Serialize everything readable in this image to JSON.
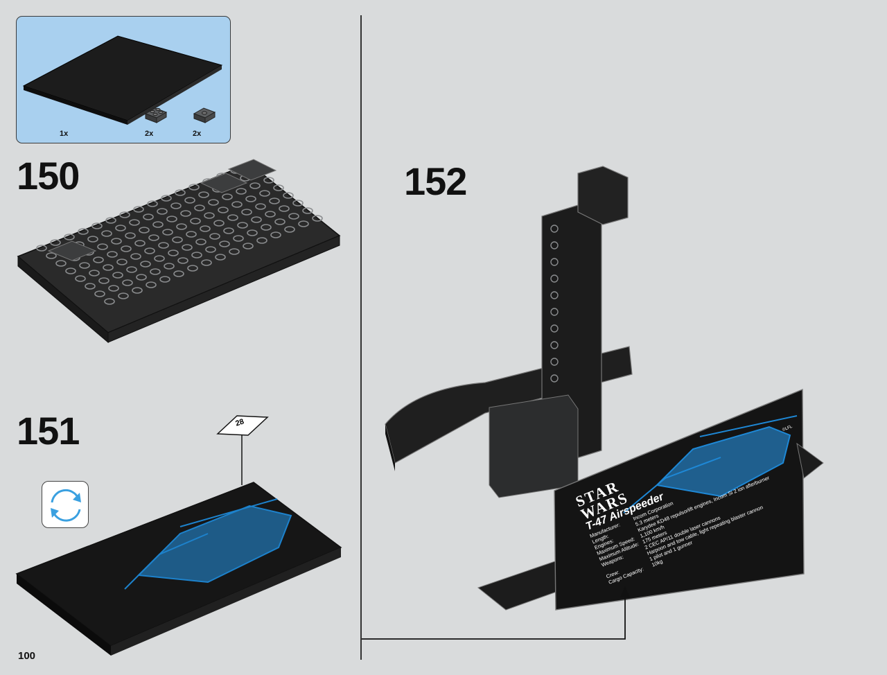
{
  "parts_list": {
    "items": [
      {
        "qty": "1x",
        "part": "black tile plate"
      },
      {
        "qty": "2x",
        "part": "dark grey 2x2 plate"
      },
      {
        "qty": "2x",
        "part": "dark grey 2x2 jumper plate"
      }
    ]
  },
  "steps": [
    {
      "number": "150"
    },
    {
      "number": "151"
    },
    {
      "number": "152"
    }
  ],
  "sticker": {
    "number": "28"
  },
  "plaque": {
    "logo_line1": "STAR",
    "logo_line2": "WARS",
    "title": "T-47 Airspeeder",
    "labels": [
      "Manufacturer:",
      "Length:",
      "Engines:",
      "Maximum Speed:",
      "Maximum Altitude:",
      "Weapons:",
      "",
      "Crew:",
      "Cargo Capacity:"
    ],
    "values": [
      "Incom Corporation",
      "5.3 meters",
      "Karydee KD48 repulsorlift engines, Incom Si 2 ion afterburner",
      "1,100 km/h",
      "175 meters",
      "2 CEC AP/11 double laser cannons",
      "Harpoon and tow cable, light repeating blaster cannon",
      "1 pilot and 1 gunner",
      "10kg"
    ],
    "code": "©LFL"
  },
  "page": {
    "number": "100"
  },
  "colors": {
    "background": "#d9dbdc",
    "parts_box": "#a9d0ef",
    "brick_black": "#1c1c1c",
    "brick_grey": "#585a5c",
    "schematic_blue": "#1e88d6",
    "rotate_arrow": "#3aa0e0"
  },
  "icons": {
    "rotate": "rotate-model-icon",
    "arrow": "placement-arrow-icon"
  }
}
